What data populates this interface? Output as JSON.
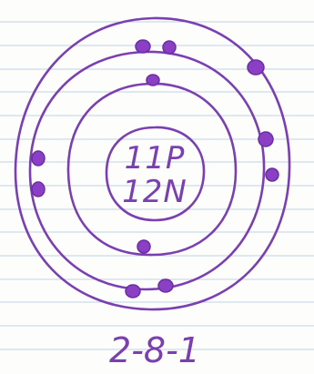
{
  "nucleus": {
    "protons_label": "11P",
    "neutrons_label": "12N"
  },
  "shells": [
    {
      "electrons": 2
    },
    {
      "electrons": 8
    },
    {
      "electrons": 1
    }
  ],
  "configuration": "2-8-1",
  "colors": {
    "ink": "#7a3fb0",
    "electron": "#8a3fc4",
    "paper_line": "#bfd2e6",
    "paper": "#fdfdfc"
  }
}
